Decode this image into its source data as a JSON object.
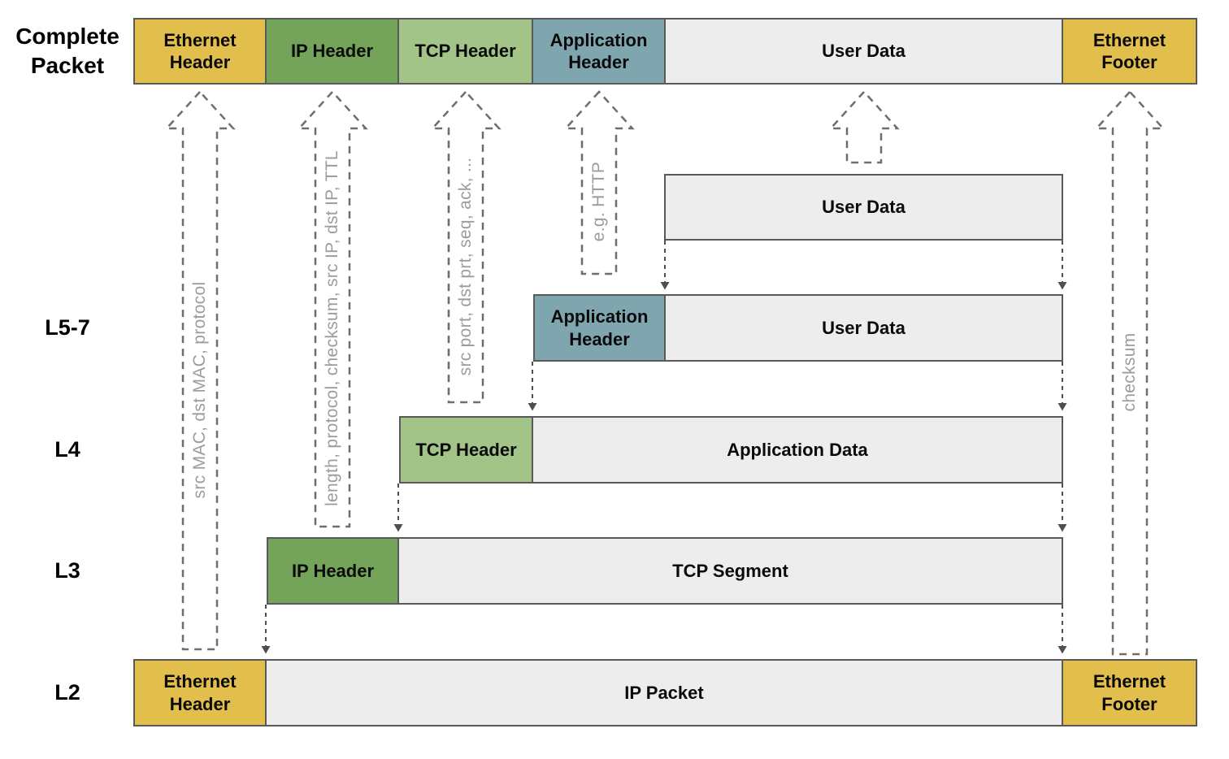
{
  "colors": {
    "yellow": "#E2BE4C",
    "green": "#74A45A",
    "light_green": "#A3C488",
    "blue_gray": "#7FA6AE",
    "gray": "#EDEDED",
    "box_border": "#595959",
    "up_arrow_stroke": "#6E6E6E",
    "down_arrow_stroke": "#4F4F4F",
    "arrow_text_gray": "#9C9C9C",
    "label_text": "#0A0A0A"
  },
  "side_labels": {
    "complete": "Complete Packet",
    "l57": "L5-7",
    "l4": "L4",
    "l3": "L3",
    "l2": "L2"
  },
  "layers": {
    "complete": {
      "ethernet_header": "Ethernet Header",
      "ip_header": "IP Header",
      "tcp_header": "TCP Header",
      "application_header": "Application Header",
      "user_data": "User Data",
      "ethernet_footer": "Ethernet Footer"
    },
    "user_data_row": {
      "user_data": "User Data"
    },
    "l57": {
      "application_header": "Application Header",
      "user_data": "User Data"
    },
    "l4": {
      "tcp_header": "TCP Header",
      "application_data": "Application Data"
    },
    "l3": {
      "ip_header": "IP Header",
      "tcp_segment": "TCP Segment"
    },
    "l2": {
      "ethernet_header": "Ethernet Header",
      "ip_packet": "IP Packet",
      "ethernet_footer": "Ethernet Footer"
    }
  },
  "arrow_labels": {
    "ethernet_header": "src MAC, dst MAC, protocol",
    "ip_header": "length, protocol, checksum, src IP, dst IP, TTL",
    "tcp_header": "src port, dst prt, seq, ack, ...",
    "application_header": "e.g. HTTP",
    "ethernet_footer": "checksum"
  }
}
